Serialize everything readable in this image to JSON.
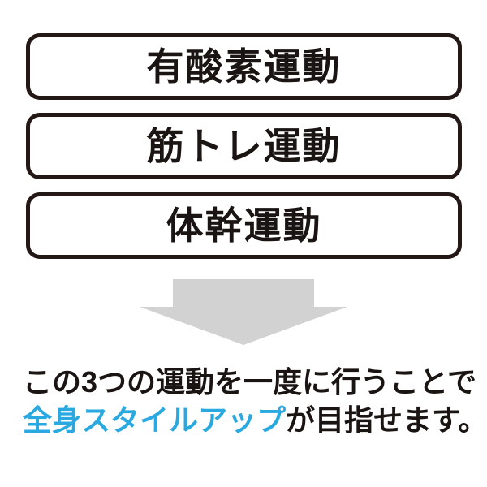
{
  "flow": {
    "boxes": [
      {
        "label": "有酸素運動"
      },
      {
        "label": "筋トレ運動"
      },
      {
        "label": "体幹運動"
      }
    ],
    "arrow_icon": "down-arrow",
    "conclusion": {
      "line1": "この3つの運動を一度に行うことで",
      "line2_highlight": "全身スタイルアップ",
      "line2_rest": "が目指せます。"
    },
    "colors": {
      "box_border": "#231815",
      "text": "#1a1412",
      "highlight_blue": "#29a9e0",
      "arrow_gray": "#d2d2d2",
      "background": "#ffffff"
    }
  }
}
